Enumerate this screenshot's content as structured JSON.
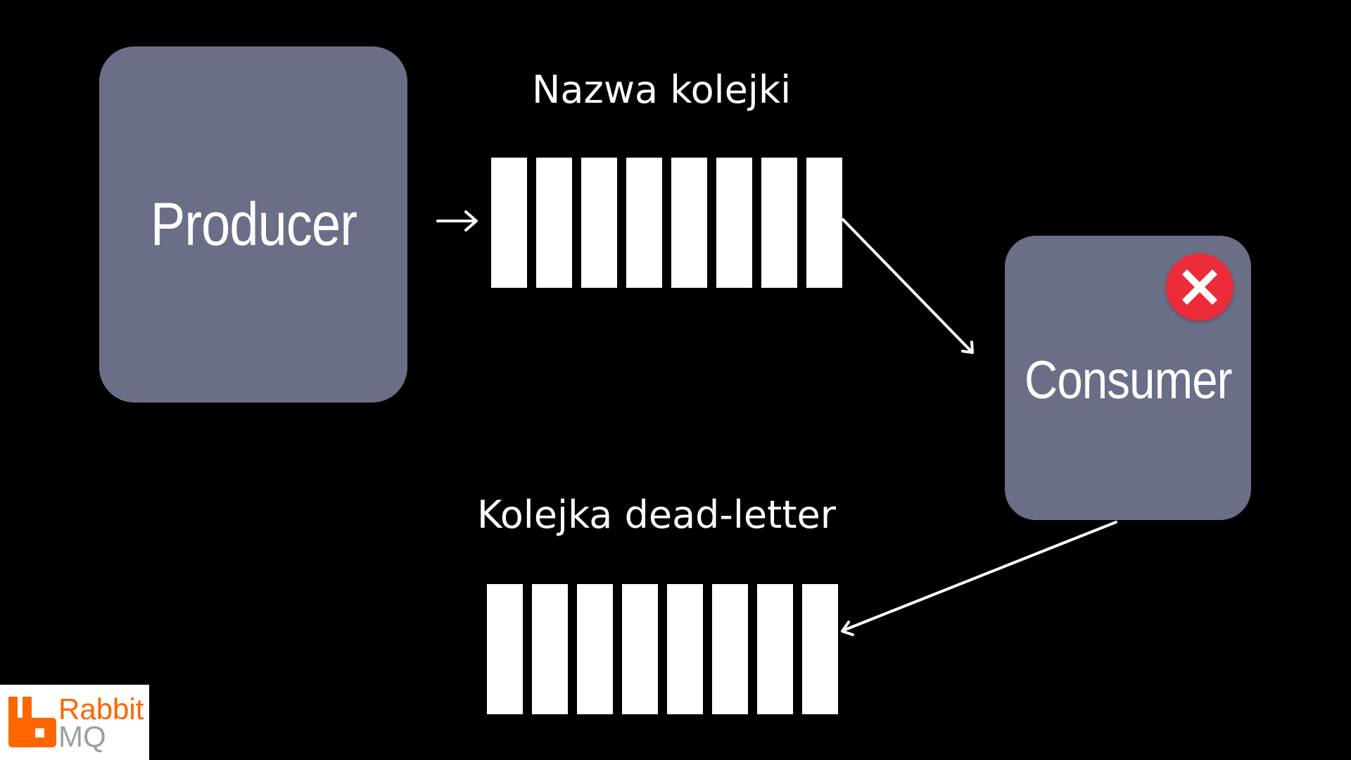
{
  "nodes": {
    "producer": {
      "label": "Producer",
      "fill": "#6b6e87"
    },
    "consumer": {
      "label": "Consumer",
      "fill": "#6b6e87",
      "status_icon": "error-x-icon",
      "status_color": "#ec2c3a"
    }
  },
  "queues": {
    "main": {
      "title": "Nazwa kolejki",
      "slot_count": 8
    },
    "dead_letter": {
      "title": "Kolejka dead-letter",
      "slot_count": 8
    }
  },
  "logo": {
    "icon": "rabbitmq-logo-icon",
    "line1": "Rabbit",
    "line2": "MQ",
    "brand_color": "#ff6600"
  },
  "colors": {
    "background": "#000000",
    "foreground": "#ffffff"
  }
}
